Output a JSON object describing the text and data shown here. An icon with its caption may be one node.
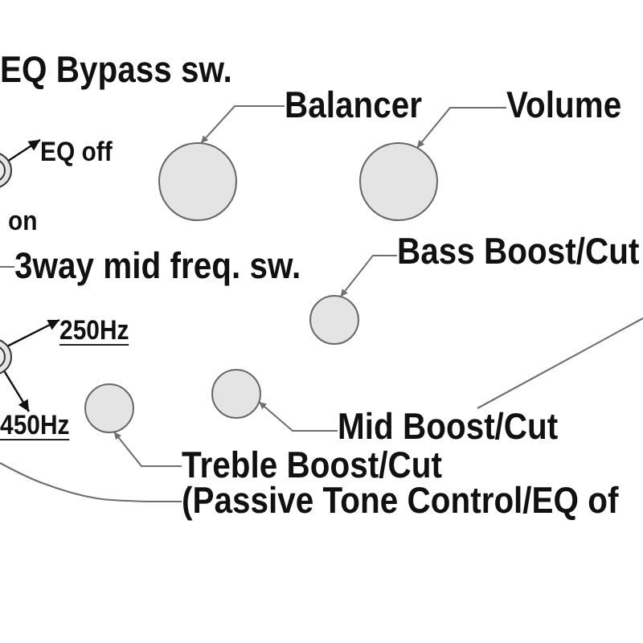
{
  "diagram": {
    "nodes": [
      {
        "text": [
          "EQ Bypass sw."
        ]
      },
      {
        "text": [
          "Balancer"
        ]
      },
      {
        "text": [
          "Volume"
        ]
      },
      {
        "text": [
          "EQ off"
        ]
      },
      {
        "text": [],
        "shape": "circle"
      },
      {
        "text": [],
        "shape": "circle"
      },
      {
        "text": [],
        "shape": "circle"
      },
      {
        "text": [
          "on"
        ]
      },
      {
        "text": [
          "Bass Boost/Cut"
        ]
      },
      {
        "text": [
          "3way mid freq. sw."
        ]
      },
      {
        "text": [],
        "shape": "circle"
      },
      {
        "text": [
          "250Hz"
        ]
      },
      {
        "text": [],
        "shape": "circle"
      },
      {
        "text": [],
        "shape": "circle"
      },
      {
        "text": [],
        "shape": "circle"
      },
      {
        "text": [
          "450Hz"
        ]
      },
      {
        "text": [
          "Mid Boost/Cut"
        ]
      },
      {
        "text": [
          "Treble Boost/Cut"
        ]
      },
      {
        "text": [
          "(Passive Tone Control/EQ of"
        ]
      }
    ],
    "edges": [
      {
        "from": 1,
        "to": 5,
        "arrow": "to"
      },
      {
        "from": 2,
        "to": 6,
        "arrow": "to"
      },
      {
        "from": 4,
        "to": 3,
        "arrow": "to",
        "color": "#111111"
      },
      {
        "from": 9,
        "to": null,
        "arrow": "none"
      },
      {
        "from": 8,
        "to": 10,
        "arrow": "to"
      },
      {
        "from": 12,
        "to": 11,
        "arrow": "to",
        "color": "#111111"
      },
      {
        "from": 12,
        "to": 15,
        "arrow": "to",
        "color": "#111111"
      },
      {
        "from": 16,
        "to": 13,
        "arrow": "to"
      },
      {
        "from": 16,
        "to": null,
        "arrow": "none"
      },
      {
        "from": 17,
        "to": 14,
        "arrow": "to"
      },
      {
        "from": 18,
        "to": null,
        "arrow": "none"
      }
    ]
  }
}
